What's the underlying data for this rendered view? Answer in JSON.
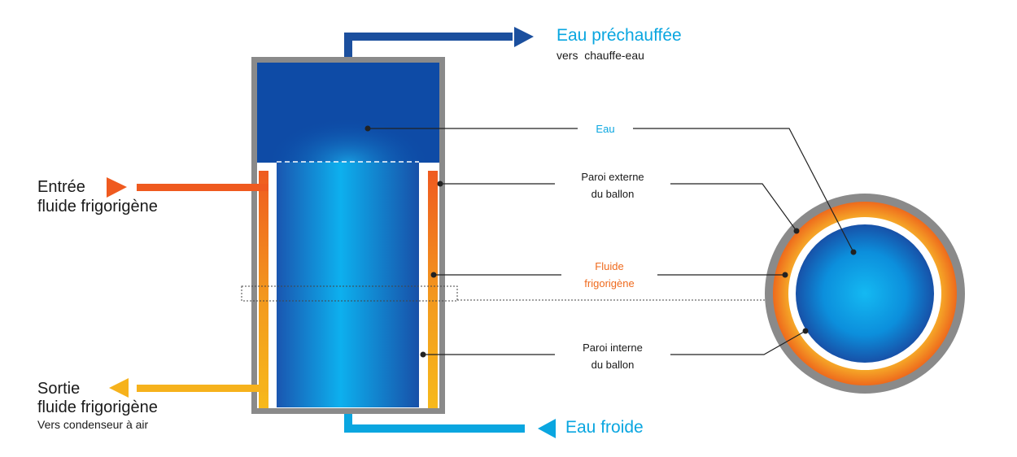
{
  "outlet_hot": {
    "title": "Eau préchauffée",
    "subtitle": "vers  chauffe-eau"
  },
  "inlet_cold": {
    "title": "Eau froide"
  },
  "fluid_in": {
    "line1": "Entrée",
    "line2": "fluide frigorigène"
  },
  "fluid_out": {
    "line1": "Sortie",
    "line2": "fluide frigorigène",
    "line3": "Vers condenseur à air"
  },
  "callouts": {
    "water": "Eau",
    "outer_wall": {
      "line1": "Paroi externe",
      "line2": "du ballon"
    },
    "fluid": {
      "line1": "Fluide",
      "line2": "frigorigène"
    },
    "inner_wall": {
      "line1": "Paroi interne",
      "line2": "du ballon"
    }
  },
  "colors": {
    "hot_water": "#1b4f9e",
    "cold_water": "#0aa6e0",
    "refrigerant_hot": "#ef6a1d",
    "refrigerant_cold": "#f6b21c",
    "wall": "#8a8a8a"
  }
}
